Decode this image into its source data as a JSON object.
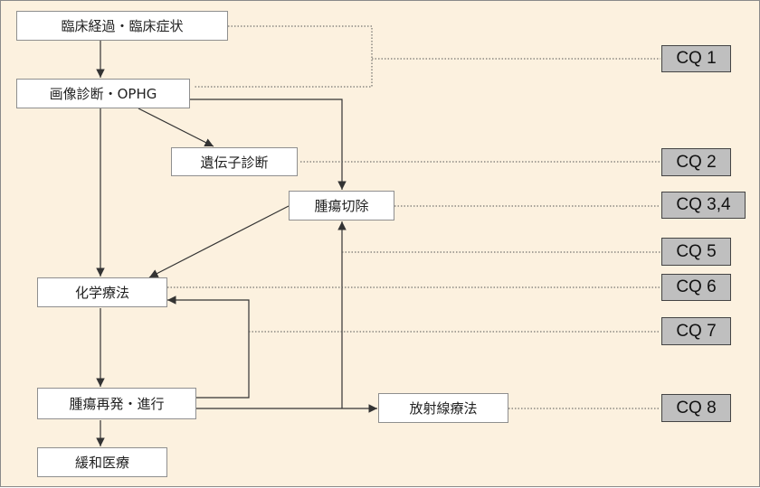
{
  "nodes": {
    "clinical": "臨床経過・臨床症状",
    "imaging": "画像診断・OPHG",
    "genetic": "遺伝子診断",
    "resection": "腫瘍切除",
    "chemo": "化学療法",
    "recurrence": "腫瘍再発・進行",
    "radiation": "放射線療法",
    "palliative": "緩和医療"
  },
  "cq": {
    "cq1": "CQ 1",
    "cq2": "CQ 2",
    "cq34": "CQ 3,4",
    "cq5": "CQ 5",
    "cq6": "CQ 6",
    "cq7": "CQ 7",
    "cq8": "CQ 8"
  },
  "colors": {
    "background": "#fcf1df",
    "node_fill": "#ffffff",
    "cq_fill": "#bfbfbf",
    "arrow": "#333333",
    "dotted": "#555555"
  }
}
